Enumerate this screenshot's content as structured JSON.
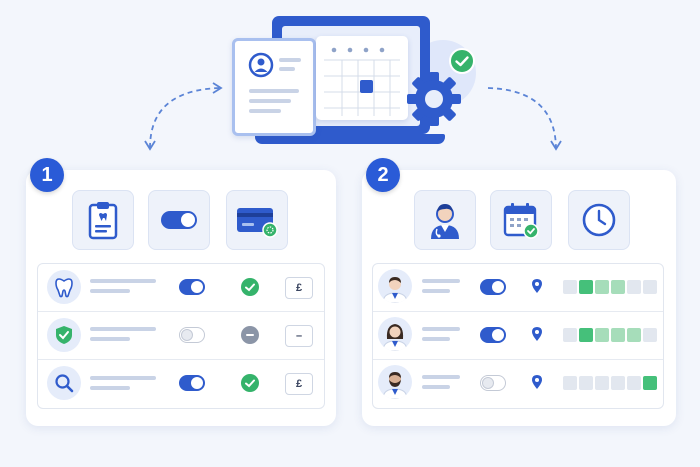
{
  "colors": {
    "brand": "#2a5bd7",
    "success": "#35b36b",
    "neutral": "#8b95a7",
    "slot_empty": "#e2e7ef",
    "slot_available": "#45c07a",
    "slot_partial": "#a6ddba"
  },
  "steps": [
    {
      "number": "1"
    },
    {
      "number": "2"
    }
  ],
  "panel1": {
    "header_icons": [
      "clipboard-icon",
      "toggle-icon",
      "credit-card-icon"
    ],
    "rows": [
      {
        "icon": "tooth-icon",
        "toggle": "on",
        "status": "check",
        "price": "£"
      },
      {
        "icon": "shield-check-icon",
        "toggle": "off",
        "status": "minus",
        "price": "–"
      },
      {
        "icon": "search-icon",
        "toggle": "on",
        "status": "check",
        "price": "£"
      }
    ]
  },
  "panel2": {
    "header_icons": [
      "doctor-icon",
      "calendar-check-icon",
      "clock-icon"
    ],
    "rows": [
      {
        "avatar": "doctor-avatar-male",
        "toggle": "on",
        "slots": [
          "e",
          "g",
          "lg",
          "lg",
          "e",
          "e"
        ]
      },
      {
        "avatar": "doctor-avatar-female",
        "toggle": "on",
        "slots": [
          "e",
          "g",
          "lg",
          "lg",
          "lg",
          "e"
        ]
      },
      {
        "avatar": "doctor-avatar-bearded",
        "toggle": "off",
        "slots": [
          "e",
          "e",
          "e",
          "e",
          "e",
          "g"
        ]
      }
    ]
  }
}
